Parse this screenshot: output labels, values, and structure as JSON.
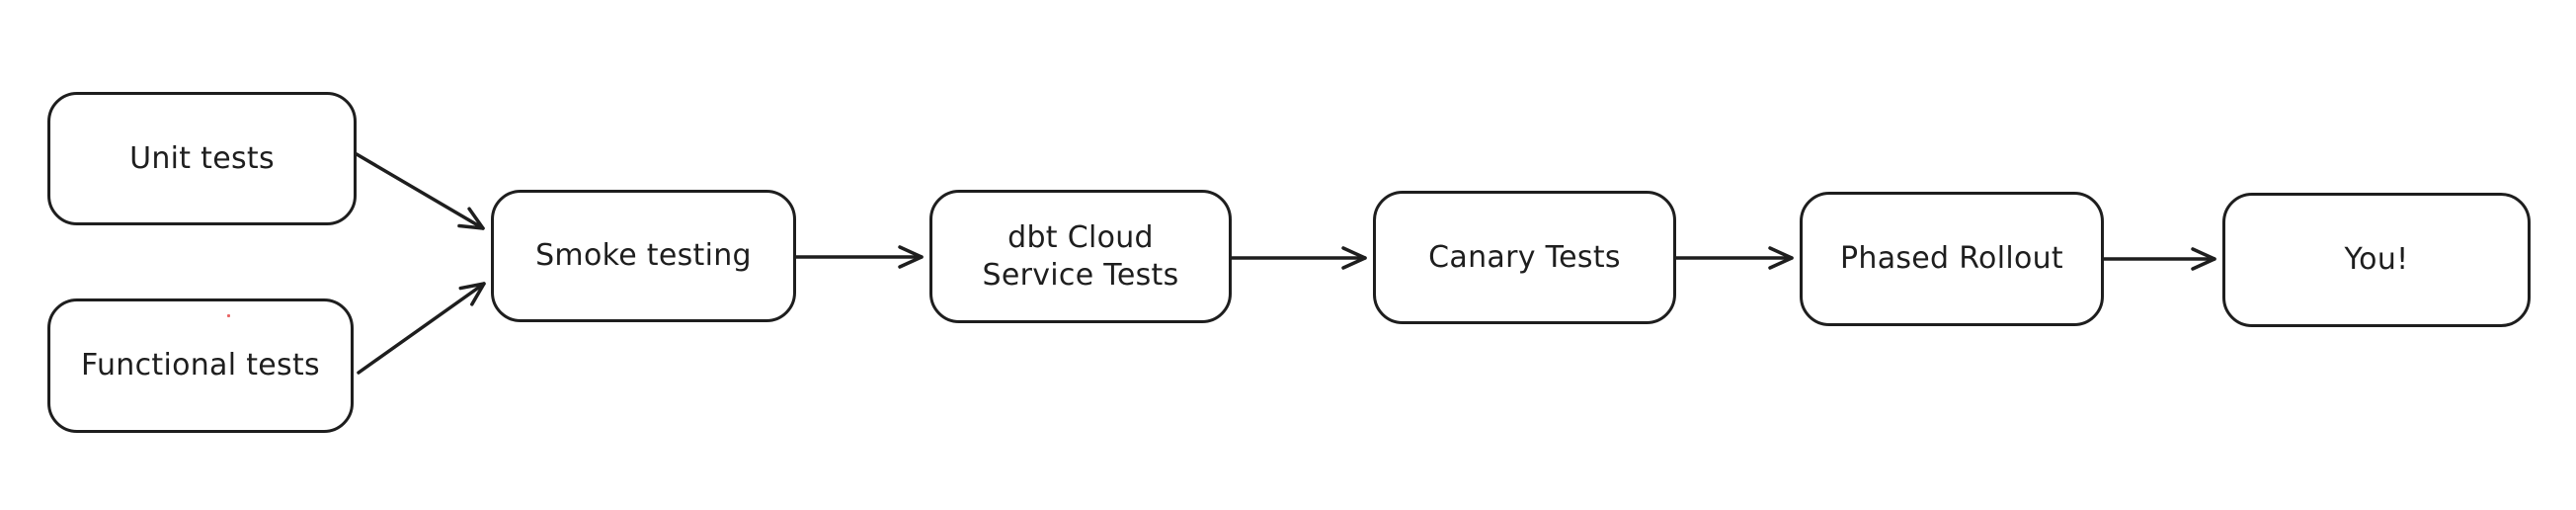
{
  "diagram": {
    "background_color": "#ffffff",
    "stroke_color": "#1e1e1e",
    "artifact_color": "#e03131",
    "nodes": {
      "unit_tests": {
        "label": "Unit tests"
      },
      "functional_tests": {
        "label": "Functional tests"
      },
      "smoke_testing": {
        "label": "Smoke testing"
      },
      "dbt_cloud_service_tests": {
        "label": "dbt Cloud\nService Tests"
      },
      "canary_tests": {
        "label": "Canary Tests"
      },
      "phased_rollout": {
        "label": "Phased Rollout"
      },
      "you": {
        "label": "You!"
      }
    },
    "edges": [
      {
        "from": "unit_tests",
        "to": "smoke_testing"
      },
      {
        "from": "functional_tests",
        "to": "smoke_testing"
      },
      {
        "from": "smoke_testing",
        "to": "dbt_cloud_service_tests"
      },
      {
        "from": "dbt_cloud_service_tests",
        "to": "canary_tests"
      },
      {
        "from": "canary_tests",
        "to": "phased_rollout"
      },
      {
        "from": "phased_rollout",
        "to": "you"
      }
    ]
  }
}
